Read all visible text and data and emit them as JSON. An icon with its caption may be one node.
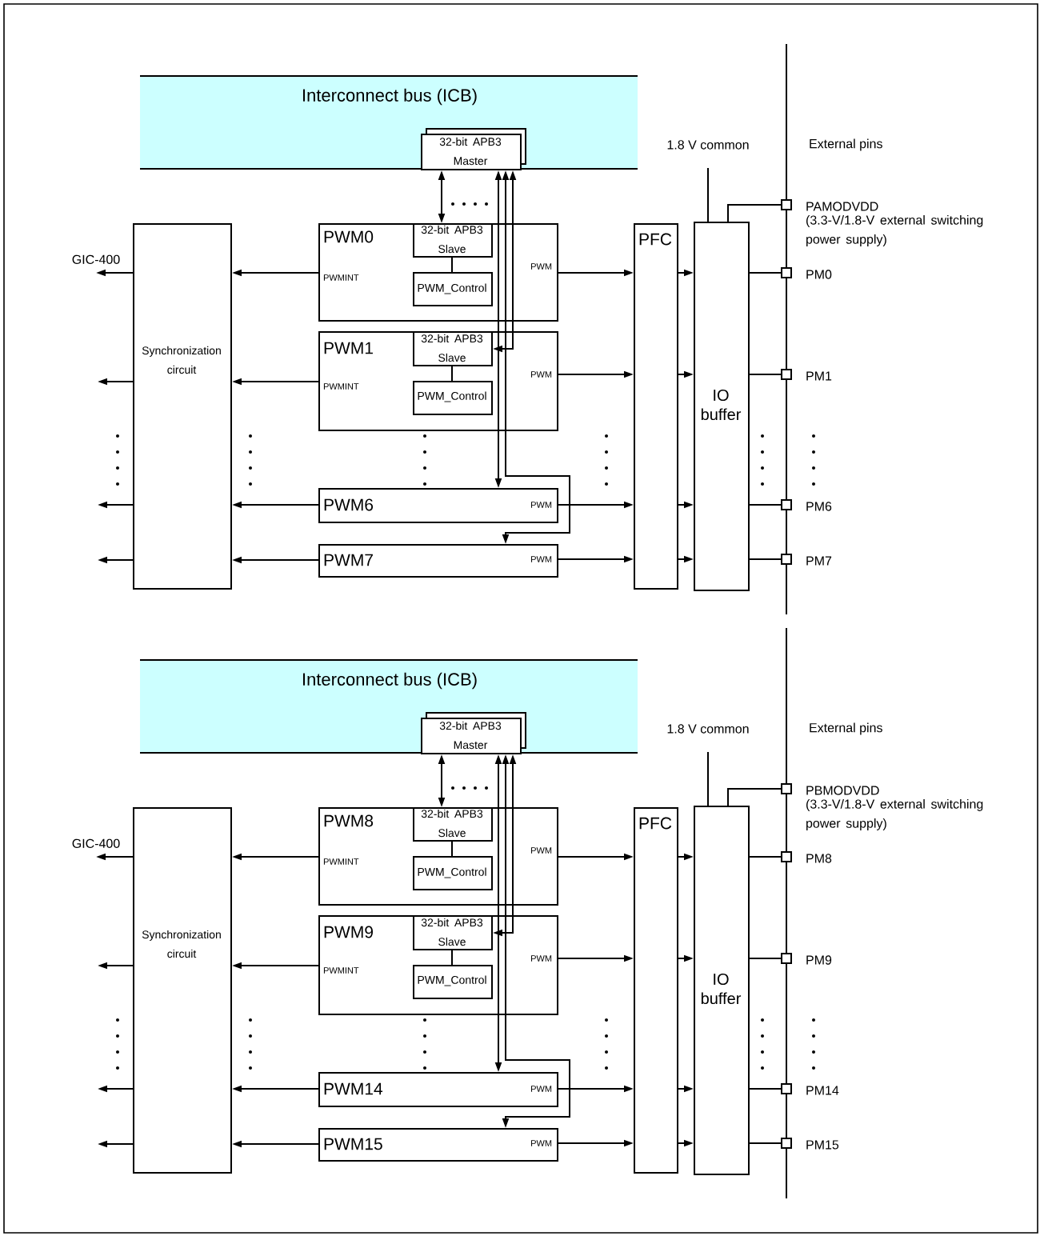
{
  "diagram": {
    "nodes": [
      {
        "text": [
          "Interconnect bus (ICB)"
        ]
      },
      {
        "text": [
          "32-bit APB3 Master"
        ],
        "in": 0
      },
      {
        "text": [
          "Synchronization circuit"
        ]
      },
      {
        "text": [
          "PWM0",
          "PWMINT",
          "PWM"
        ]
      },
      {
        "text": [
          "32-bit APB3 Slave"
        ],
        "in": 3
      },
      {
        "text": [
          "PWM_Control"
        ],
        "in": 3
      },
      {
        "text": [
          "PWM1",
          "PWMINT",
          "PWM"
        ]
      },
      {
        "text": [
          "32-bit APB3 Slave"
        ],
        "in": 6
      },
      {
        "text": [
          "PWM_Control"
        ],
        "in": 6
      },
      {
        "text": [
          "PWM6",
          "PWM"
        ]
      },
      {
        "text": [
          "PWM7",
          "PWM"
        ]
      },
      {
        "text": [
          "PFC"
        ]
      },
      {
        "text": [
          "IO buffer"
        ]
      },
      {
        "text": [],
        "shape": "box",
        "beside": [
          "PAMODVDD",
          "(3.3-V/1.8-V external switching power supply)"
        ]
      },
      {
        "text": [],
        "shape": "box",
        "beside": [
          "PM0"
        ]
      },
      {
        "text": [],
        "shape": "box",
        "beside": [
          "PM1"
        ]
      },
      {
        "text": [],
        "shape": "box",
        "beside": [
          "PM6"
        ]
      },
      {
        "text": [],
        "shape": "box",
        "beside": [
          "PM7"
        ]
      },
      {
        "text": [
          "Interconnect bus (ICB)"
        ]
      },
      {
        "text": [
          "32-bit APB3 Master"
        ],
        "in": 18
      },
      {
        "text": [
          "Synchronization circuit"
        ]
      },
      {
        "text": [
          "PWM8",
          "PWMINT",
          "PWM"
        ]
      },
      {
        "text": [
          "32-bit APB3 Slave"
        ],
        "in": 21
      },
      {
        "text": [
          "PWM_Control"
        ],
        "in": 21
      },
      {
        "text": [
          "PWM9",
          "PWMINT",
          "PWM"
        ]
      },
      {
        "text": [
          "32-bit APB3 Slave"
        ],
        "in": 24
      },
      {
        "text": [
          "PWM_Control"
        ],
        "in": 24
      },
      {
        "text": [
          "PWM14",
          "PWM"
        ]
      },
      {
        "text": [
          "PWM15",
          "PWM"
        ]
      },
      {
        "text": [
          "PFC"
        ]
      },
      {
        "text": [
          "IO buffer"
        ]
      },
      {
        "text": [],
        "shape": "box",
        "beside": [
          "PBMODVDD",
          "(3.3-V/1.8-V external switching power supply)"
        ]
      },
      {
        "text": [],
        "shape": "box",
        "beside": [
          "PM8"
        ]
      },
      {
        "text": [],
        "shape": "box",
        "beside": [
          "PM9"
        ]
      },
      {
        "text": [],
        "shape": "box",
        "beside": [
          "PM14"
        ]
      },
      {
        "text": [],
        "shape": "box",
        "beside": [
          "PM15"
        ]
      },
      {
        "text": [
          "GIC-400"
        ]
      },
      {
        "text": [
          "GIC-400"
        ]
      }
    ],
    "edges": [
      {
        "from": 1,
        "to": 4,
        "arrow": "both"
      },
      {
        "from": 1,
        "to": 7,
        "arrow": "both"
      },
      {
        "from": 1,
        "to": 9,
        "arrow": "both"
      },
      {
        "from": 1,
        "to": 10,
        "arrow": "both"
      },
      {
        "from": 4,
        "to": 5,
        "arrow": "none"
      },
      {
        "from": 7,
        "to": 8,
        "arrow": "none"
      },
      {
        "from": 3,
        "to": 2,
        "arrow": "to"
      },
      {
        "from": 6,
        "to": 2,
        "arrow": "to"
      },
      {
        "from": 9,
        "to": 2,
        "arrow": "to"
      },
      {
        "from": 10,
        "to": 2,
        "arrow": "to"
      },
      {
        "from": 2,
        "to": 36,
        "arrow": "to"
      },
      {
        "from": 2,
        "to": null,
        "arrow": "to"
      },
      {
        "from": 2,
        "to": null,
        "arrow": "to"
      },
      {
        "from": 2,
        "to": null,
        "arrow": "to"
      },
      {
        "from": 3,
        "to": 11,
        "arrow": "to"
      },
      {
        "from": 6,
        "to": 11,
        "arrow": "to"
      },
      {
        "from": 9,
        "to": 11,
        "arrow": "to"
      },
      {
        "from": 10,
        "to": 11,
        "arrow": "to"
      },
      {
        "from": 11,
        "to": 12,
        "arrow": "to"
      },
      {
        "from": 11,
        "to": 12,
        "arrow": "to"
      },
      {
        "from": 11,
        "to": 12,
        "arrow": "to"
      },
      {
        "from": 11,
        "to": 12,
        "arrow": "to"
      },
      {
        "from": 12,
        "to": 13,
        "arrow": "none"
      },
      {
        "from": 12,
        "to": 14,
        "arrow": "none"
      },
      {
        "from": 12,
        "to": 15,
        "arrow": "none"
      },
      {
        "from": 12,
        "to": 16,
        "arrow": "none"
      },
      {
        "from": 12,
        "to": 17,
        "arrow": "none"
      },
      {
        "from": null,
        "to": 12,
        "arrow": "none"
      },
      {
        "from": 19,
        "to": 22,
        "arrow": "both"
      },
      {
        "from": 19,
        "to": 25,
        "arrow": "both"
      },
      {
        "from": 19,
        "to": 27,
        "arrow": "both"
      },
      {
        "from": 19,
        "to": 28,
        "arrow": "both"
      },
      {
        "from": 22,
        "to": 23,
        "arrow": "none"
      },
      {
        "from": 25,
        "to": 26,
        "arrow": "none"
      },
      {
        "from": 21,
        "to": 20,
        "arrow": "to"
      },
      {
        "from": 24,
        "to": 20,
        "arrow": "to"
      },
      {
        "from": 27,
        "to": 20,
        "arrow": "to"
      },
      {
        "from": 28,
        "to": 20,
        "arrow": "to"
      },
      {
        "from": 20,
        "to": 37,
        "arrow": "to"
      },
      {
        "from": 20,
        "to": null,
        "arrow": "to"
      },
      {
        "from": 20,
        "to": null,
        "arrow": "to"
      },
      {
        "from": 20,
        "to": null,
        "arrow": "to"
      },
      {
        "from": 21,
        "to": 29,
        "arrow": "to"
      },
      {
        "from": 24,
        "to": 29,
        "arrow": "to"
      },
      {
        "from": 27,
        "to": 29,
        "arrow": "to"
      },
      {
        "from": 28,
        "to": 29,
        "arrow": "to"
      },
      {
        "from": 29,
        "to": 30,
        "arrow": "to"
      },
      {
        "from": 29,
        "to": 30,
        "arrow": "to"
      },
      {
        "from": 29,
        "to": 30,
        "arrow": "to"
      },
      {
        "from": 29,
        "to": 30,
        "arrow": "to"
      },
      {
        "from": 30,
        "to": 31,
        "arrow": "none"
      },
      {
        "from": 30,
        "to": 32,
        "arrow": "none"
      },
      {
        "from": 30,
        "to": 33,
        "arrow": "none"
      },
      {
        "from": 30,
        "to": 34,
        "arrow": "none"
      },
      {
        "from": 30,
        "to": 35,
        "arrow": "none"
      },
      {
        "from": null,
        "to": 30,
        "arrow": "none"
      }
    ],
    "labels": [
      "1.8 V common",
      "External pins",
      "1.8 V common",
      "External pins"
    ]
  }
}
